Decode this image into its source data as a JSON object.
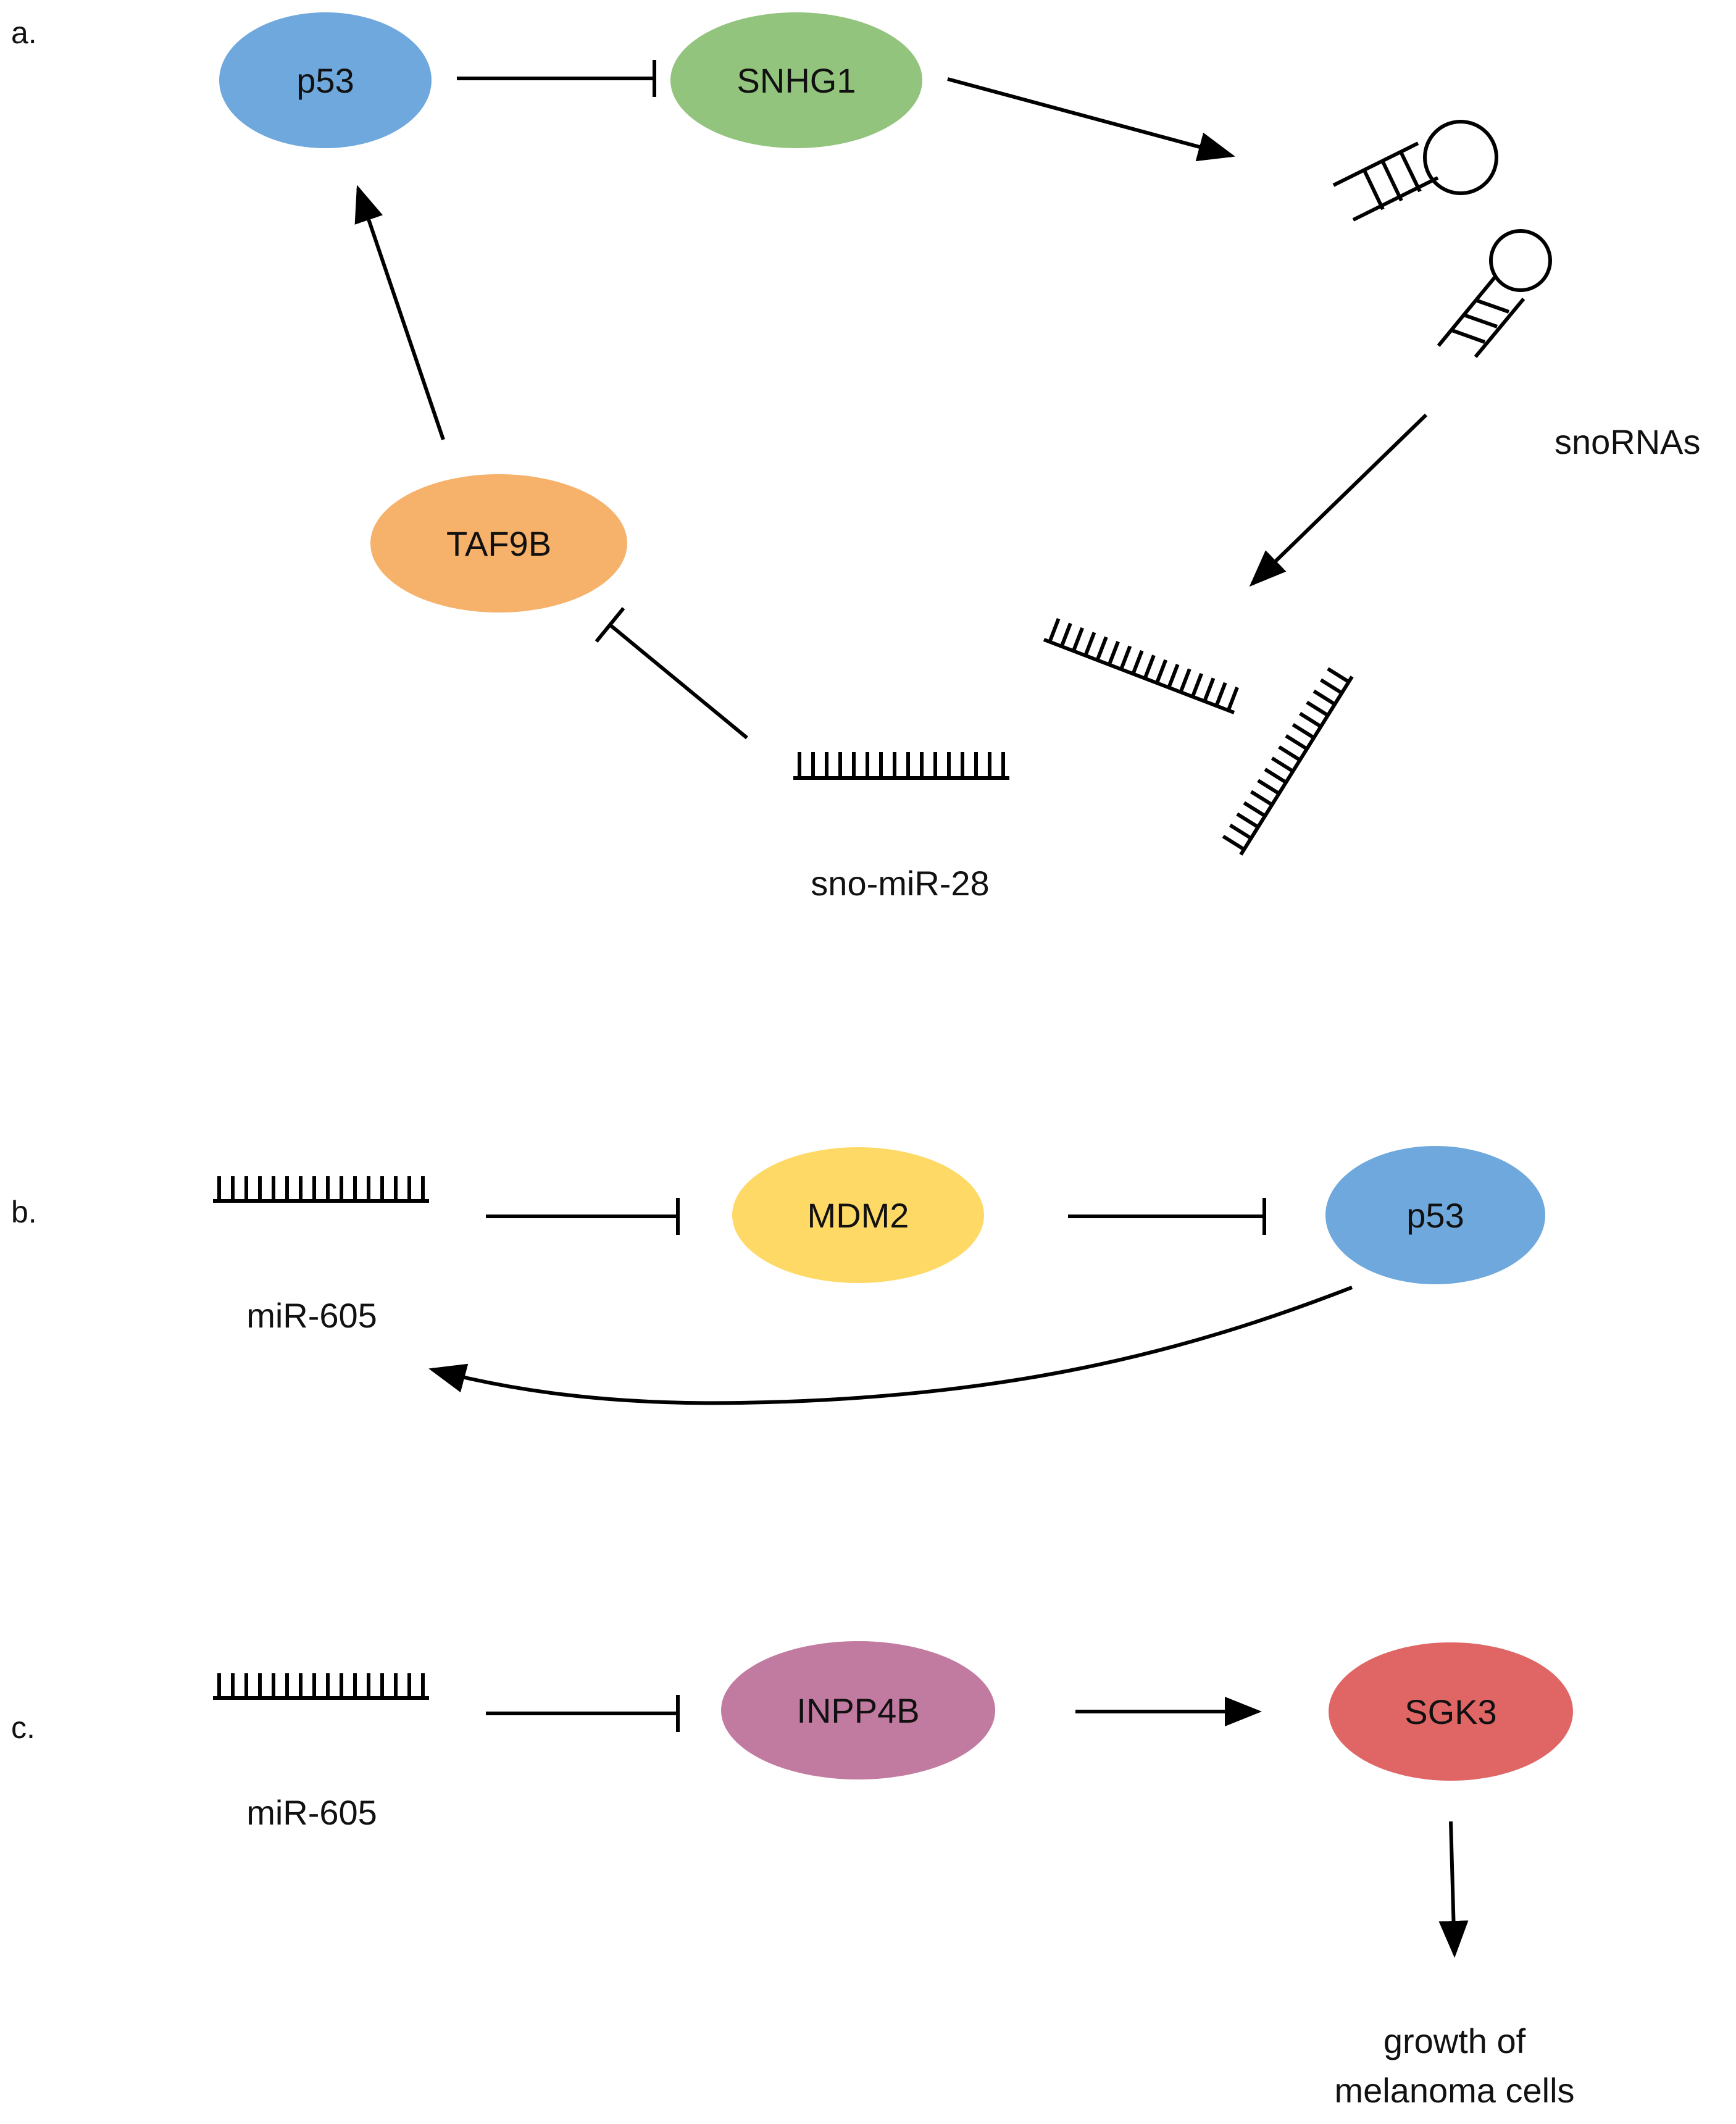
{
  "colors": {
    "p53": "#6fa8dc",
    "snhg1": "#93c47d",
    "taf9b": "#f6b26b",
    "mdm2": "#ffd966",
    "inpp4b": "#c27ba0",
    "sgk3": "#e06666"
  },
  "panels": {
    "a": {
      "label": "a.",
      "nodes": {
        "p53": "p53",
        "snhg1": "SNHG1",
        "taf9b": "TAF9B"
      },
      "snornas_label": "snoRNAs",
      "mirna_label": "sno-miR-28"
    },
    "b": {
      "label": "b.",
      "mirna_label": "miR-605",
      "nodes": {
        "mdm2": "MDM2",
        "p53": "p53"
      }
    },
    "c": {
      "label": "c.",
      "mirna_label": "miR-605",
      "nodes": {
        "inpp4b": "INPP4B",
        "sgk3": "SGK3"
      },
      "outcome_line1": "growth of",
      "outcome_line2": "melanoma cells"
    }
  }
}
